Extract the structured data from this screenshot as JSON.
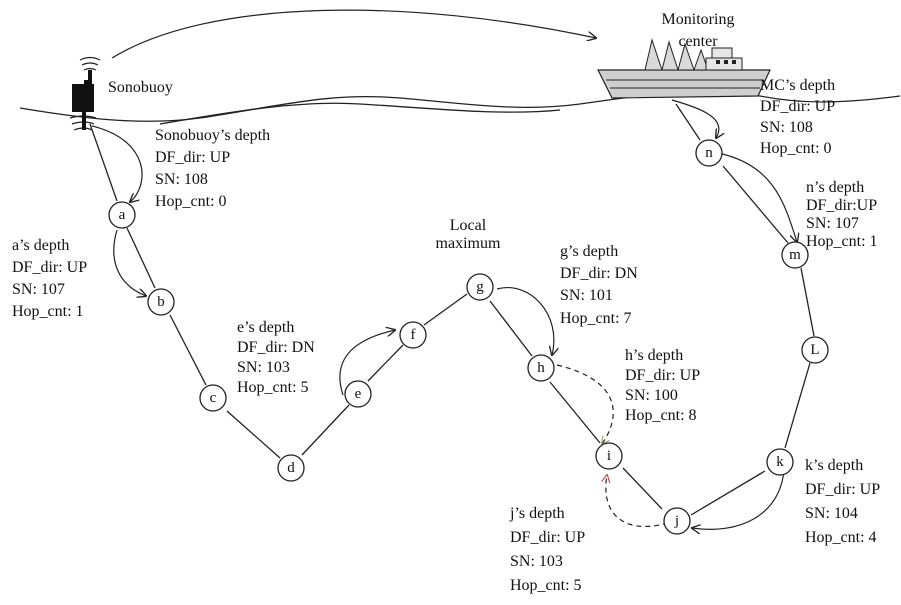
{
  "labels": {
    "sonobuoy": "Sonobuoy",
    "monitoring_center": [
      "Monitoring",
      "center"
    ],
    "local_maximum": [
      "Local",
      "maximum"
    ]
  },
  "nodes": [
    {
      "id": "a",
      "label": "a"
    },
    {
      "id": "b",
      "label": "b"
    },
    {
      "id": "c",
      "label": "c"
    },
    {
      "id": "d",
      "label": "d"
    },
    {
      "id": "e",
      "label": "e"
    },
    {
      "id": "f",
      "label": "f"
    },
    {
      "id": "g",
      "label": "g"
    },
    {
      "id": "h",
      "label": "h"
    },
    {
      "id": "i",
      "label": "i"
    },
    {
      "id": "j",
      "label": "j"
    },
    {
      "id": "k",
      "label": "k"
    },
    {
      "id": "L",
      "label": "L"
    },
    {
      "id": "m",
      "label": "m"
    },
    {
      "id": "n",
      "label": "n"
    }
  ],
  "info_blocks": {
    "sonobuoy": [
      "Sonobuoy’s depth",
      "DF_dir: UP",
      "SN: 108",
      "Hop_cnt: 0"
    ],
    "a": [
      "a’s depth",
      "DF_dir: UP",
      "SN: 107",
      "Hop_cnt: 1"
    ],
    "e": [
      "e’s depth",
      "DF_dir: DN",
      "SN: 103",
      "Hop_cnt: 5"
    ],
    "g": [
      "g’s depth",
      "DF_dir: DN",
      "SN: 101",
      "Hop_cnt: 7"
    ],
    "h": [
      "h’s depth",
      "DF_dir: UP",
      "SN: 100",
      "Hop_cnt: 8"
    ],
    "j": [
      "j’s depth",
      "DF_dir: UP",
      "SN: 103",
      "Hop_cnt: 5"
    ],
    "k": [
      "k’s depth",
      "DF_dir: UP",
      "SN: 104",
      "Hop_cnt: 4"
    ],
    "n": [
      "n’s depth",
      "DF_dir:UP",
      "SN: 107",
      "Hop_cnt: 1"
    ],
    "mc": [
      "MC’s depth",
      "DF_dir: UP",
      "SN: 108",
      "Hop_cnt: 0"
    ]
  },
  "colors": {
    "line": "#222222",
    "dashed_green": "#9aae6a",
    "dashed_red": "#c94a3d",
    "ship": "#b5b5b5"
  },
  "icons": [
    "sonobuoy-icon",
    "ship-icon"
  ]
}
